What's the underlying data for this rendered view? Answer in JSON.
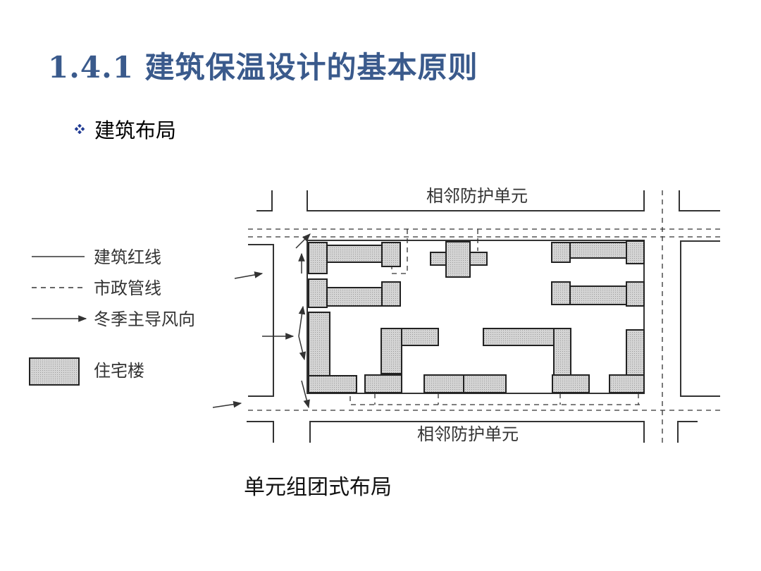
{
  "slide": {
    "title": "1.4.1 建筑保温设计的基本原则",
    "bullet": "建筑布局",
    "bullet_icon": "diamond-cluster-icon",
    "caption": "单元组团式布局",
    "title_color": "#3a5a8c",
    "bullet_color": "#1f3a93"
  },
  "diagram": {
    "top_unit_label": "相邻防护单元",
    "bottom_unit_label": "相邻防护单元",
    "legend": {
      "red_line": "建筑红线",
      "municipal_pipe": "市政管线",
      "winter_wind": "冬季主导风向",
      "residential": "住宅楼"
    }
  }
}
